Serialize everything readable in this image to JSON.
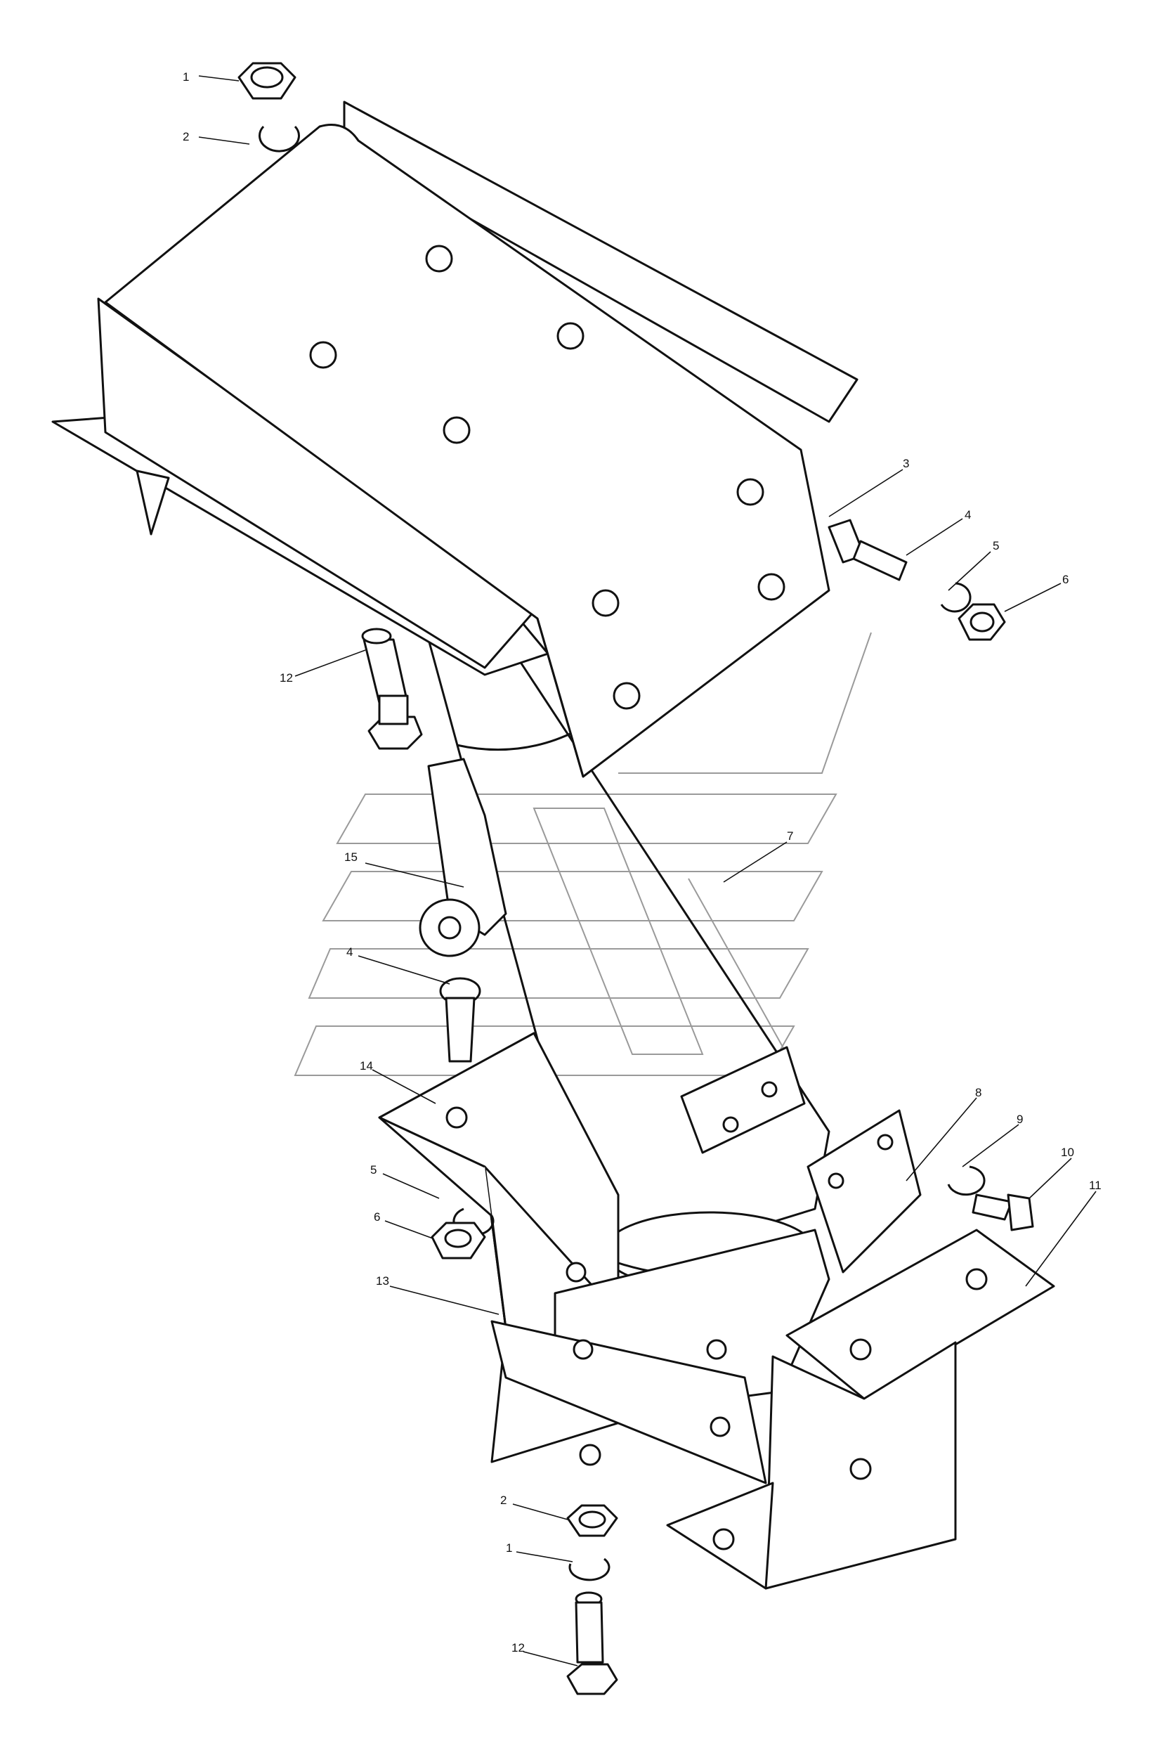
{
  "diagram": {
    "callouts": [
      {
        "id": "c1a",
        "text": "1"
      },
      {
        "id": "c2a",
        "text": "2"
      },
      {
        "id": "c3",
        "text": "3"
      },
      {
        "id": "c4a",
        "text": "4"
      },
      {
        "id": "c5a",
        "text": "5"
      },
      {
        "id": "c6a",
        "text": "6"
      },
      {
        "id": "c12a",
        "text": "12"
      },
      {
        "id": "c7",
        "text": "7"
      },
      {
        "id": "c15",
        "text": "15"
      },
      {
        "id": "c4b",
        "text": "4"
      },
      {
        "id": "c14",
        "text": "14"
      },
      {
        "id": "c8",
        "text": "8"
      },
      {
        "id": "c9",
        "text": "9"
      },
      {
        "id": "c10",
        "text": "10"
      },
      {
        "id": "c11",
        "text": "11"
      },
      {
        "id": "c5b",
        "text": "5"
      },
      {
        "id": "c6b",
        "text": "6"
      },
      {
        "id": "c13",
        "text": "13"
      },
      {
        "id": "c2b",
        "text": "2"
      },
      {
        "id": "c1b",
        "text": "1"
      },
      {
        "id": "c12b",
        "text": "12"
      }
    ]
  }
}
